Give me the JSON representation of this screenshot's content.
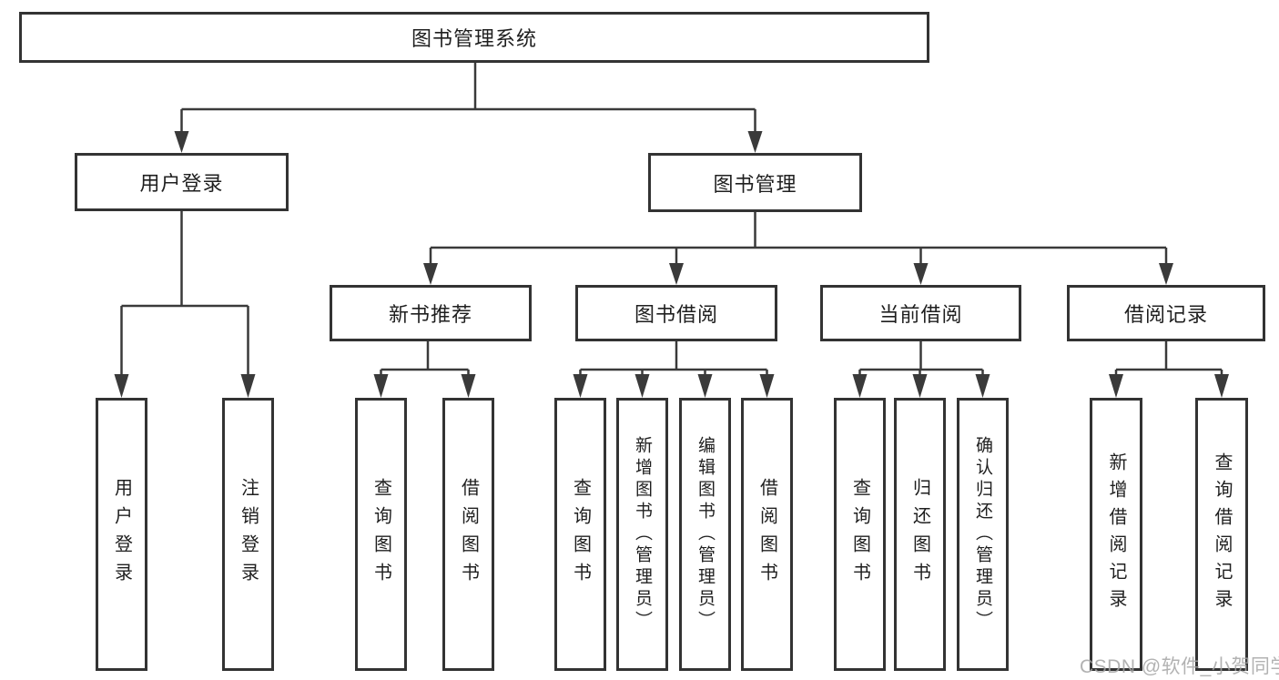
{
  "diagram": {
    "title": "图书管理系统",
    "watermark": "CSDN @软件_小贺同学",
    "colors": {
      "line": "#3a3a3a",
      "box_border": "#333333",
      "text": "#1f1f1f",
      "watermark": "#a5a5a5",
      "background": "#ffffff"
    },
    "tree": {
      "label": "图书管理系统",
      "children": [
        {
          "label": "用户登录",
          "children": [
            {
              "label": "用户登录"
            },
            {
              "label": "注销登录"
            }
          ]
        },
        {
          "label": "图书管理",
          "children": [
            {
              "label": "新书推荐",
              "children": [
                {
                  "label": "查询图书"
                },
                {
                  "label": "借阅图书"
                }
              ]
            },
            {
              "label": "图书借阅",
              "children": [
                {
                  "label": "查询图书"
                },
                {
                  "label": "新增图书（管理员）"
                },
                {
                  "label": "编辑图书（管理员）"
                },
                {
                  "label": "借阅图书"
                }
              ]
            },
            {
              "label": "当前借阅",
              "children": [
                {
                  "label": "查询图书"
                },
                {
                  "label": "归还图书"
                },
                {
                  "label": "确认归还（管理员）"
                }
              ]
            },
            {
              "label": "借阅记录",
              "children": [
                {
                  "label": "新增借阅记录"
                },
                {
                  "label": "查询借阅记录"
                }
              ]
            }
          ]
        }
      ]
    }
  }
}
